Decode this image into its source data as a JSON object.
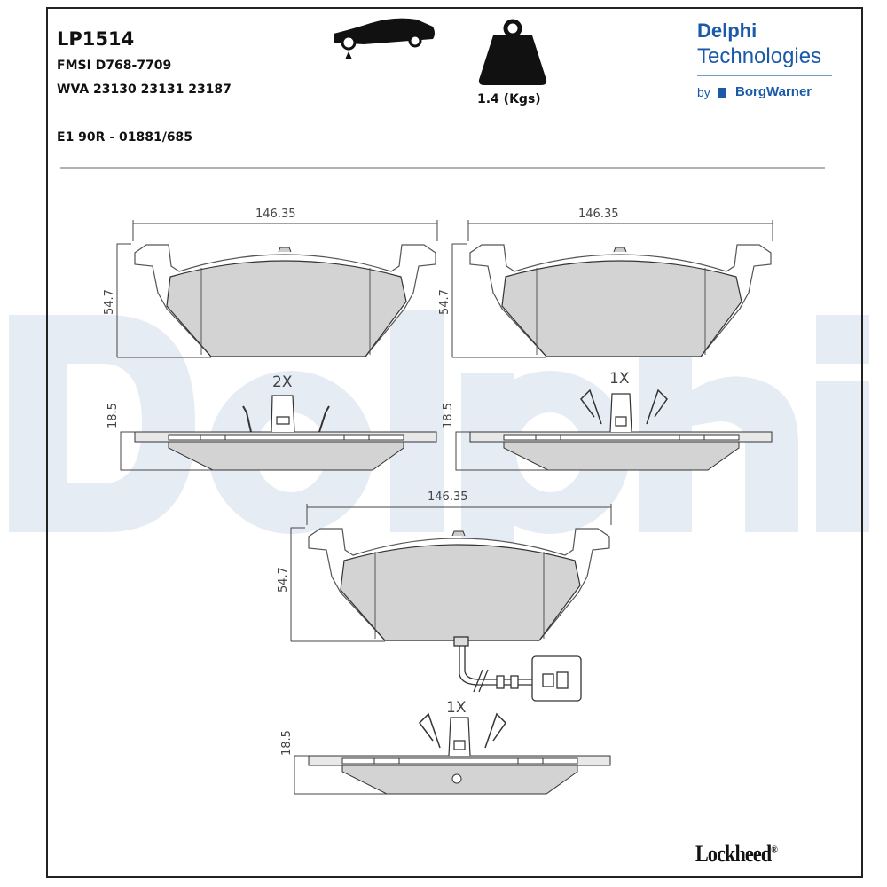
{
  "header": {
    "part_number": "LP1514",
    "fmsi": "FMSI D768-7709",
    "wva": "WVA 23130 23131 23187",
    "approval": "E1 90R - 01881/685",
    "weight": "1.4 (Kgs)"
  },
  "brand": {
    "line1": "Delphi",
    "line2": "Technologies",
    "by": "by",
    "partner": "BorgWarner",
    "watermark": "Delphi",
    "footer_logo": "Lockheed",
    "registered": "®",
    "color": "#1a5aa8"
  },
  "pads": [
    {
      "width": "146.35",
      "height": "54.7",
      "thickness": "18.5",
      "quantity": "2X"
    },
    {
      "width": "146.35",
      "height": "54.7",
      "thickness": "18.5",
      "quantity": "1X"
    },
    {
      "width": "146.35",
      "height": "54.7",
      "thickness": "18.5",
      "quantity": "1X"
    }
  ]
}
